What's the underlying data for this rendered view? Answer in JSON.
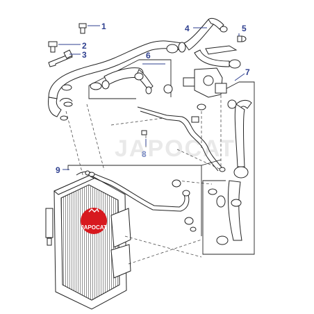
{
  "diagram": {
    "callouts": [
      {
        "id": "1",
        "label": "1"
      },
      {
        "id": "2",
        "label": "2"
      },
      {
        "id": "3",
        "label": "3"
      },
      {
        "id": "4",
        "label": "4"
      },
      {
        "id": "5",
        "label": "5"
      },
      {
        "id": "6",
        "label": "6"
      },
      {
        "id": "7",
        "label": "7"
      },
      {
        "id": "8",
        "label": "8"
      },
      {
        "id": "9",
        "label": "9"
      }
    ],
    "watermark": {
      "text": "JAPOCAT"
    },
    "logo": {
      "text": "JAPOCAT",
      "color": "#d7191f"
    },
    "colors": {
      "callout": "#2e3f8f",
      "callout_8": "#7a8cc6",
      "line": "#2a2a2a",
      "hose_fill": "#ffffff"
    }
  }
}
